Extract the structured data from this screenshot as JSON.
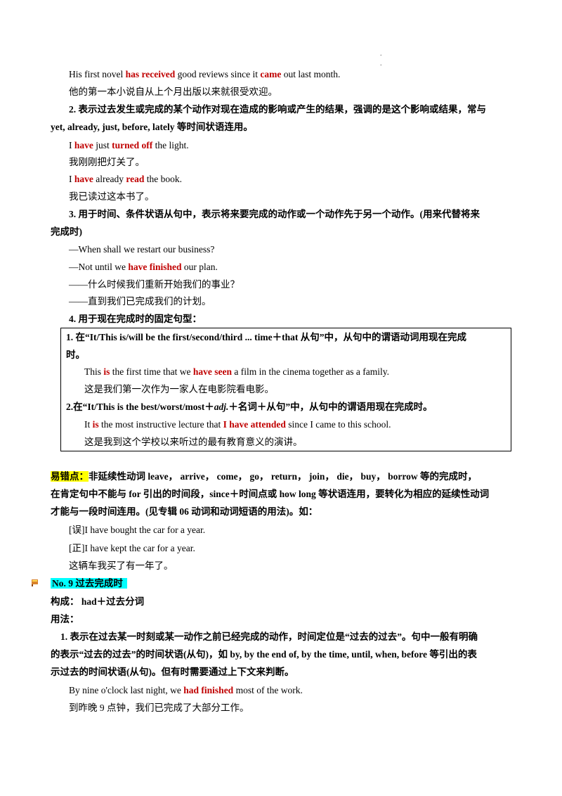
{
  "page_dots": ".\n.",
  "p1": {
    "a": "His first novel ",
    "b": "has received",
    "c": " good reviews since it ",
    "d": "came",
    "e": " out last month."
  },
  "p1_cn": "他的第一本小说自从上个月出版以来就很受欢迎。",
  "rule2_l1": "2. 表示过去发生或完成的某个动作对现在造成的影响或产生的结果，强调的是这个影响或结果，常与",
  "rule2_l2": "yet, already, just, before, lately 等时间状语连用。",
  "ex2a": {
    "a": "I ",
    "b": "have",
    "c": " just ",
    "d": "turned off",
    "e": " the light."
  },
  "ex2a_cn": "我刚刚把灯关了。",
  "ex2b": {
    "a": "I ",
    "b": "have",
    "c": " already ",
    "d": "read",
    "e": " the book."
  },
  "ex2b_cn": "我已读过这本书了。",
  "rule3_l1": "3. 用于时间、条件状语从句中，表示将来要完成的动作或一个动作先于另一个动作。(用来代替将来",
  "rule3_l2": "完成时)",
  "ex3a": "—When shall we restart our business?",
  "ex3b": {
    "a": "—Not until we ",
    "b": "have finished",
    "c": " our plan."
  },
  "ex3a_cn": "——什么时候我们重新开始我们的事业？",
  "ex3b_cn": "——直到我们已完成我们的计划。",
  "rule4": "4. 用于现在完成时的固定句型：",
  "box": {
    "r1_l1": "1. 在“It/This is/will be the first/second/third ... time＋that 从句”中，从句中的谓语动词用现在完成",
    "r1_l2": "时。",
    "ex1": {
      "a": "This ",
      "b": "is",
      "c": " the first time that we ",
      "d": "have seen",
      "e": " a film in the cinema together as a family."
    },
    "ex1_cn": "这是我们第一次作为一家人在电影院看电影。",
    "r2_a": "2.在“It/This is the best/worst/most＋",
    "r2_adj": "adj.",
    "r2_b": "＋名词＋从句”中，从句中的谓语用现在完成时。",
    "ex2": {
      "a": "It ",
      "b": "is",
      "c": " the most instructive lecture that ",
      "d": "I have attended",
      "e": " since I came to this school."
    },
    "ex2_cn": "这是我到这个学校以来听过的最有教育意义的演讲。"
  },
  "note": {
    "label": "易错点：",
    "l1": "非延续性动词 leave，  arrive，  come，  go，  return，  join，  die，  buy，  borrow 等的完成时，",
    "l2": "在肯定句中不能与 for 引出的时间段，since＋时间点或 how long 等状语连用，要转化为相应的延续性动词",
    "l3": "才能与一段时间连用。(见专辑 06  动词和动词短语的用法)。如：",
    "wrong": "[误]I have bought the  car  for a year.",
    "right": "[正]I have kept the  car  for a year.",
    "cn": "这辆车我买了有一年了。"
  },
  "section9": {
    "title": "No. 9   过去完成时",
    "form": "构成：  had＋过去分词",
    "usage": "用法：",
    "r1_l1": "1. 表示在过去某一时刻或某一动作之前已经完成的动作，时间定位是“过去的过去”。句中一般有明确",
    "r1_l2": "的表示“过去的过去”的时间状语(从句)，如 by, by the end of, by the time, until, when, before 等引出的表",
    "r1_l3": "示过去的时间状语(从句)。但有时需要通过上下文来判断。",
    "ex": {
      "a": "By nine o'clock last night, we ",
      "b": "had finished",
      "c": " most of the work."
    },
    "ex_cn": "到昨晚 9 点钟，我们已完成了大部分工作。"
  }
}
